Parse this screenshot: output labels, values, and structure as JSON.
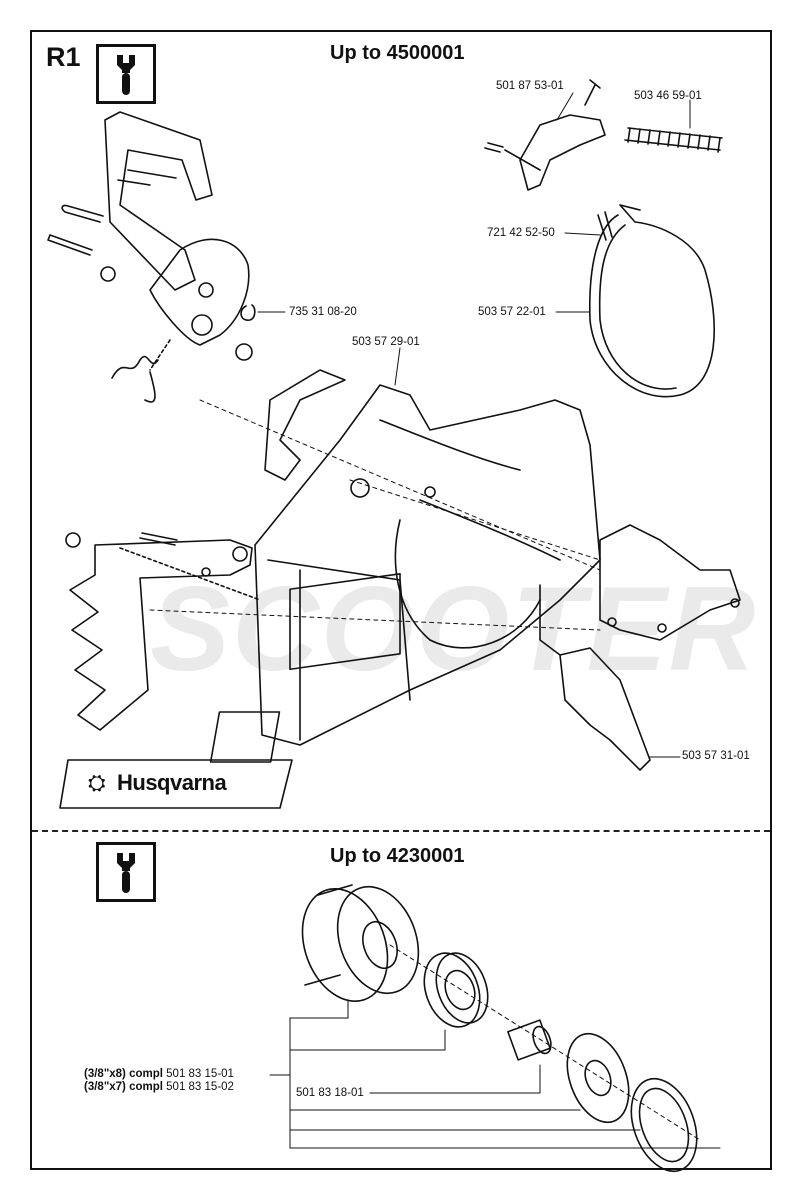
{
  "section": {
    "id": "R1",
    "title_top": "Up to 4500001",
    "title_bottom": "Up to 4230001",
    "icon_top": "wrench-info-icon",
    "icon_bottom": "wrench-info-icon"
  },
  "brand": {
    "logo_text": "Husqvarna",
    "logo_icon": "husqvarna-crown-icon"
  },
  "watermark": "SCOOTER",
  "parts_top": [
    "501 87 53-01",
    "503 46 59-01",
    "721 42 52-50",
    "503 57 22-01",
    "735 31 08-20",
    "503 57 29-01",
    "503 57 31-01"
  ],
  "parts_bottom": {
    "compl_1_prefix": "(3/8\"x8) compl",
    "compl_1_number": "501 83 15-01",
    "compl_2_prefix": "(3/8\"x7) compl",
    "compl_2_number": "501 83 15-02",
    "bearing": "501 83 18-01"
  },
  "colors": {
    "line": "#111111",
    "watermark": "#d2d2d2"
  }
}
